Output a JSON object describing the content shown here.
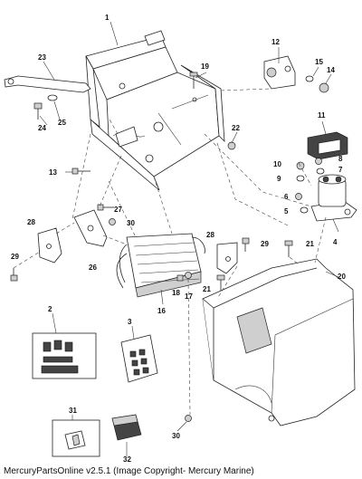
{
  "callouts": {
    "c1": "1",
    "c2": "2",
    "c3": "3",
    "c4": "4",
    "c5": "5",
    "c6": "6",
    "c7": "7",
    "c8": "8",
    "c9": "9",
    "c10": "10",
    "c11": "11",
    "c12": "12",
    "c13": "13",
    "c14": "14",
    "c15": "15",
    "c16": "16",
    "c17": "17",
    "c18": "18",
    "c19": "19",
    "c20": "20",
    "c21a": "21",
    "c21b": "21",
    "c22": "22",
    "c23": "23",
    "c24": "24",
    "c25": "25",
    "c26": "26",
    "c27": "27",
    "c28a": "28",
    "c28b": "28",
    "c29a": "29",
    "c29b": "29",
    "c30a": "30",
    "c30b": "30",
    "c31": "31",
    "c32": "32"
  },
  "footer": {
    "text": "MercuryPartsOnline v2.5.1 (Image Copyright- Mercury Marine)"
  }
}
